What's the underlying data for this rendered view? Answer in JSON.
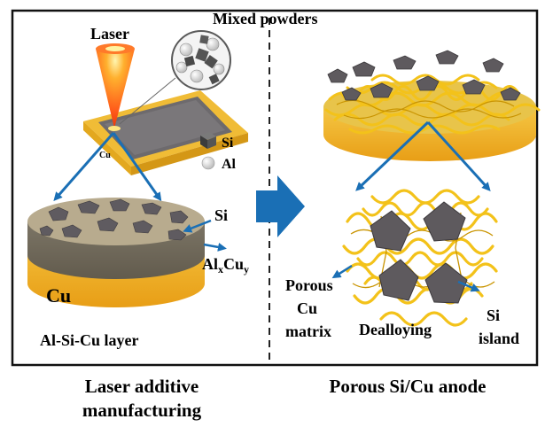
{
  "labels": {
    "laser": "Laser",
    "mixed_powders": "Mixed powders",
    "substrate_cu": "Cu",
    "legend_si": "Si",
    "legend_al": "Al",
    "layer_si": "Si",
    "alcu_base": "Al",
    "alcu_sub_x": "x",
    "alcu_cu": "Cu",
    "alcu_sub_y": "y",
    "disk_cu": "Cu",
    "layer_name": "Al-Si-Cu layer",
    "porous_line1": "Porous",
    "porous_line2": "Cu",
    "porous_line3": "matrix",
    "dealloying": "Dealloying",
    "si_island_line1": "Si",
    "si_island_line2": "island"
  },
  "captions": {
    "left_line1": "Laser additive",
    "left_line2": "manufacturing",
    "right": "Porous Si/Cu anode"
  },
  "colors": {
    "frame": "#111111",
    "copper_gold": "#f2b82a",
    "silicon_gray": "#5e5a5e",
    "alsicu_beige": "#b8ab8e",
    "arrow_blue": "#1a6fb5",
    "laser_orange": "#ff5a1a"
  },
  "icons": {
    "laser_beam": "cone",
    "process_arrow": "arrow-right",
    "si_particle": "dark-cube",
    "al_particle": "white-sphere"
  }
}
